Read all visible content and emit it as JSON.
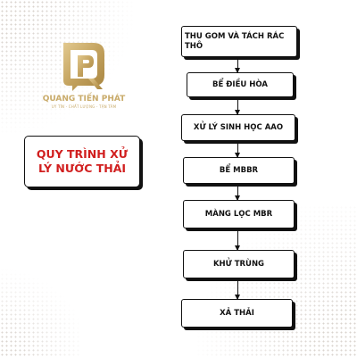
{
  "logo": {
    "brand": "QUANG TIẾN PHÁT",
    "tagline": "UY TÍN - CHẤT LƯỢNG - TẬN TÂM",
    "mark_letters": "QP",
    "color": "#c9ab6a"
  },
  "title": "QUY TRÌNH XỬ LÝ NƯỚC THẢI",
  "title_color": "#d11f1f",
  "steps": [
    "THU GOM VÀ TÁCH RÁC THÔ",
    "BỂ ĐIỀU HÒA",
    "XỬ LÝ SINH HỌC AAO",
    "BỂ MBBR",
    "MÀNG LỌC MBR",
    "KHỬ TRÙNG",
    "XẢ THẢI"
  ]
}
